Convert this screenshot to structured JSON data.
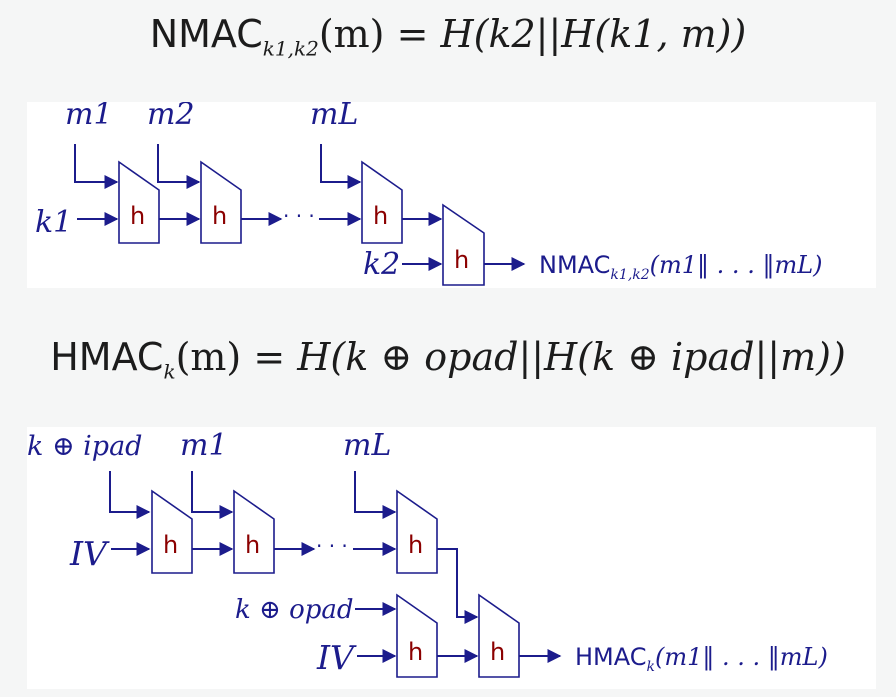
{
  "nmac_equation": {
    "name": "NMAC",
    "sub": "k1,k2",
    "lhs": "(m) = ",
    "rhs": "H(k2||H(k1, m))"
  },
  "hmac_equation": {
    "name": "HMAC",
    "sub": "k",
    "lhs": "(m) = ",
    "rhs": "H(k ⊕ opad||H(k ⊕ ipad||m))"
  },
  "nmac_diagram": {
    "inputs": [
      "m1",
      "m2",
      "mL"
    ],
    "key1": "k1",
    "key2": "k2",
    "dots": "· · ·",
    "output_name": "NMAC",
    "output_sub": "k1,k2",
    "output_args": "(m1‖ . . . ‖mL)",
    "block_label": "h"
  },
  "hmac_diagram": {
    "inputs": [
      "k ⊕ ipad",
      "m1",
      "mL"
    ],
    "iv": "IV",
    "outer_key": "k ⊕ opad",
    "dots": "· · ·",
    "output_name": "HMAC",
    "output_sub": "k",
    "output_args": "(m1‖ . . . ‖mL)",
    "block_label": "h"
  },
  "colors": {
    "ink": "#1c1c8c",
    "h_letter": "#8b0000",
    "text": "#1c1c1c"
  }
}
